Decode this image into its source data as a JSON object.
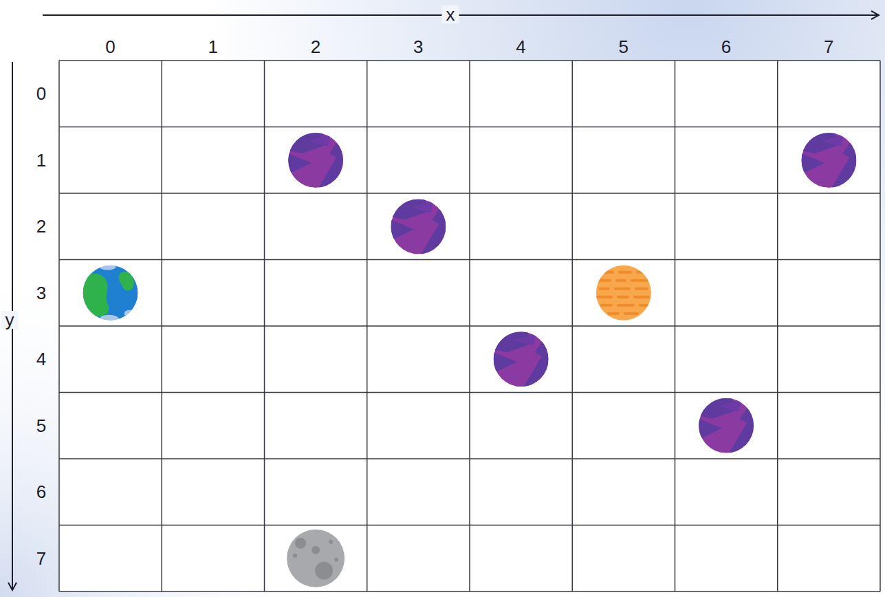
{
  "diagram": {
    "labels": [
      "x",
      "0",
      "1",
      "2",
      "3",
      "4",
      "5",
      "6",
      "7",
      "y",
      "0",
      "1",
      "2",
      "3",
      "4",
      "5",
      "6",
      "7"
    ]
  }
}
